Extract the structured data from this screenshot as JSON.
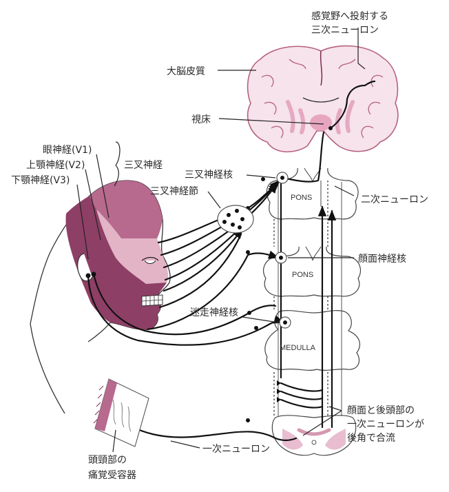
{
  "labels": {
    "sensory_projection_line1": "感覚野へ投射する",
    "sensory_projection_line2": "三次ニューロン",
    "cerebral_cortex": "大脳皮質",
    "thalamus": "視床",
    "ophthalmic_nerve": "眼神経(V1)",
    "maxillary_nerve": "上顎神経(V2)",
    "mandibular_nerve": "下顎神経(V3)",
    "trigeminal_nerve": "三叉神経",
    "trigeminal_nucleus": "三叉神経核",
    "trigeminal_ganglion": "三叉神経節",
    "second_order_neuron": "二次ニューロン",
    "facial_nucleus": "顔面神経核",
    "vagus_nucleus": "迷走神経核",
    "pons_upper": "PONS",
    "pons_lower": "PONS",
    "medulla": "MEDULLA",
    "convergence_line1": "顔面と後頭部の",
    "convergence_line2": "一次ニューロンが",
    "convergence_line3": "後角で合流",
    "first_order_neuron": "一次ニューロン",
    "receptor_line1": "頭頸部の",
    "receptor_line2": "痛覚受容器"
  },
  "colors": {
    "cortex_pink": "#e9bdd0",
    "cortex_stroke": "#b6607f",
    "v1_region": "#b76a8d",
    "v2_region": "#e3b4c6",
    "v3_region": "#8e3f66",
    "line": "#222222"
  }
}
